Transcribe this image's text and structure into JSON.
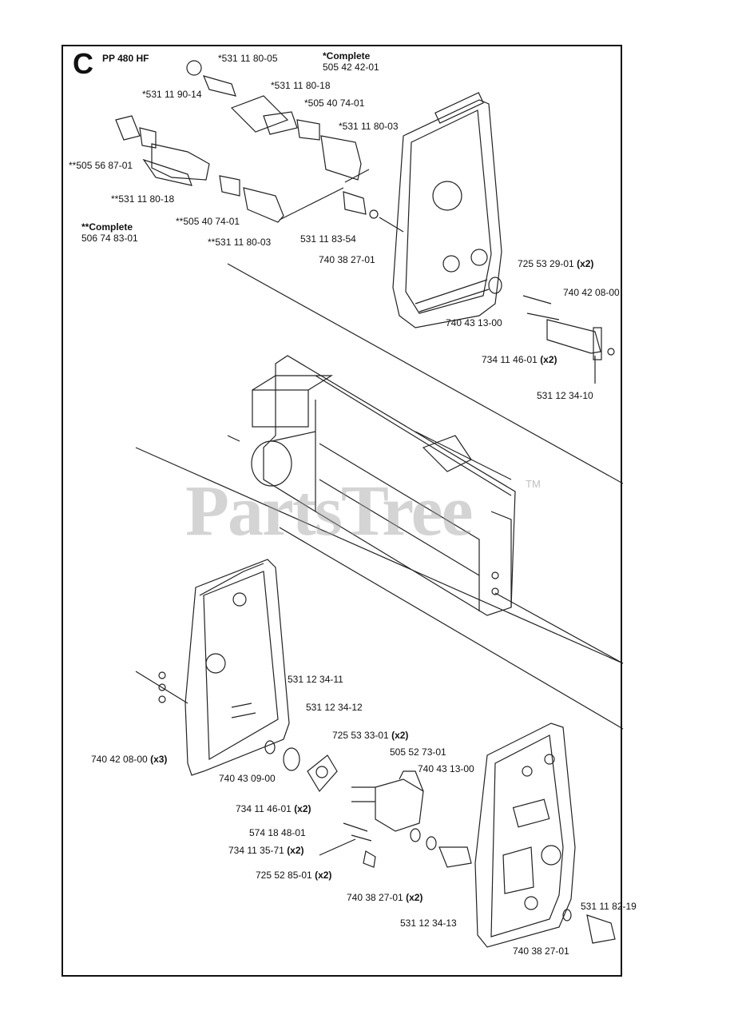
{
  "header": {
    "section_letter": "C",
    "model": "PP 480 HF",
    "note_complete_single_title": "*Complete",
    "note_complete_single_number": "505 42 42-01",
    "note_complete_double_title": "**Complete",
    "note_complete_double_number": "506 74 83-01"
  },
  "watermark": {
    "text": "PartsTree",
    "tm": "TM"
  },
  "labels": {
    "p01": "*531 11 80-05",
    "p02": "*531 11 90-14",
    "p03": "*531 11 80-18",
    "p04": "*505 40 74-01",
    "p05": "*531 11 80-03",
    "p06": "**505 56 87-01",
    "p07": "**531 11 80-18",
    "p08": "**505 40 74-01",
    "p09": "**531 11 80-03",
    "p10": "531 11 83-54",
    "p11": "740 38 27-01",
    "p12": "725 53 29-01",
    "p12q": "(x2)",
    "p13": "740 42 08-00",
    "p14": "740 43 13-00",
    "p15": "734 11 46-01",
    "p15q": "(x2)",
    "p16": "531 12 34-10",
    "p17": "531 12 34-11",
    "p18": "531 12 34-12",
    "p19": "725 53 33-01",
    "p19q": "(x2)",
    "p20": "505 52 73-01",
    "p21": "740 43 13-00",
    "p22": "740 42 08-00",
    "p22q": "(x3)",
    "p23": "740 43 09-00",
    "p24": "734 11 46-01",
    "p24q": "(x2)",
    "p25": "574 18 48-01",
    "p26": "734 11 35-71",
    "p26q": "(x2)",
    "p27": "725 52 85-01",
    "p27q": "(x2)",
    "p28": "740 38 27-01",
    "p28q": "(x2)",
    "p29": "531 12 34-13",
    "p30": "531 11 82-19",
    "p31": "740 38 27-01"
  }
}
